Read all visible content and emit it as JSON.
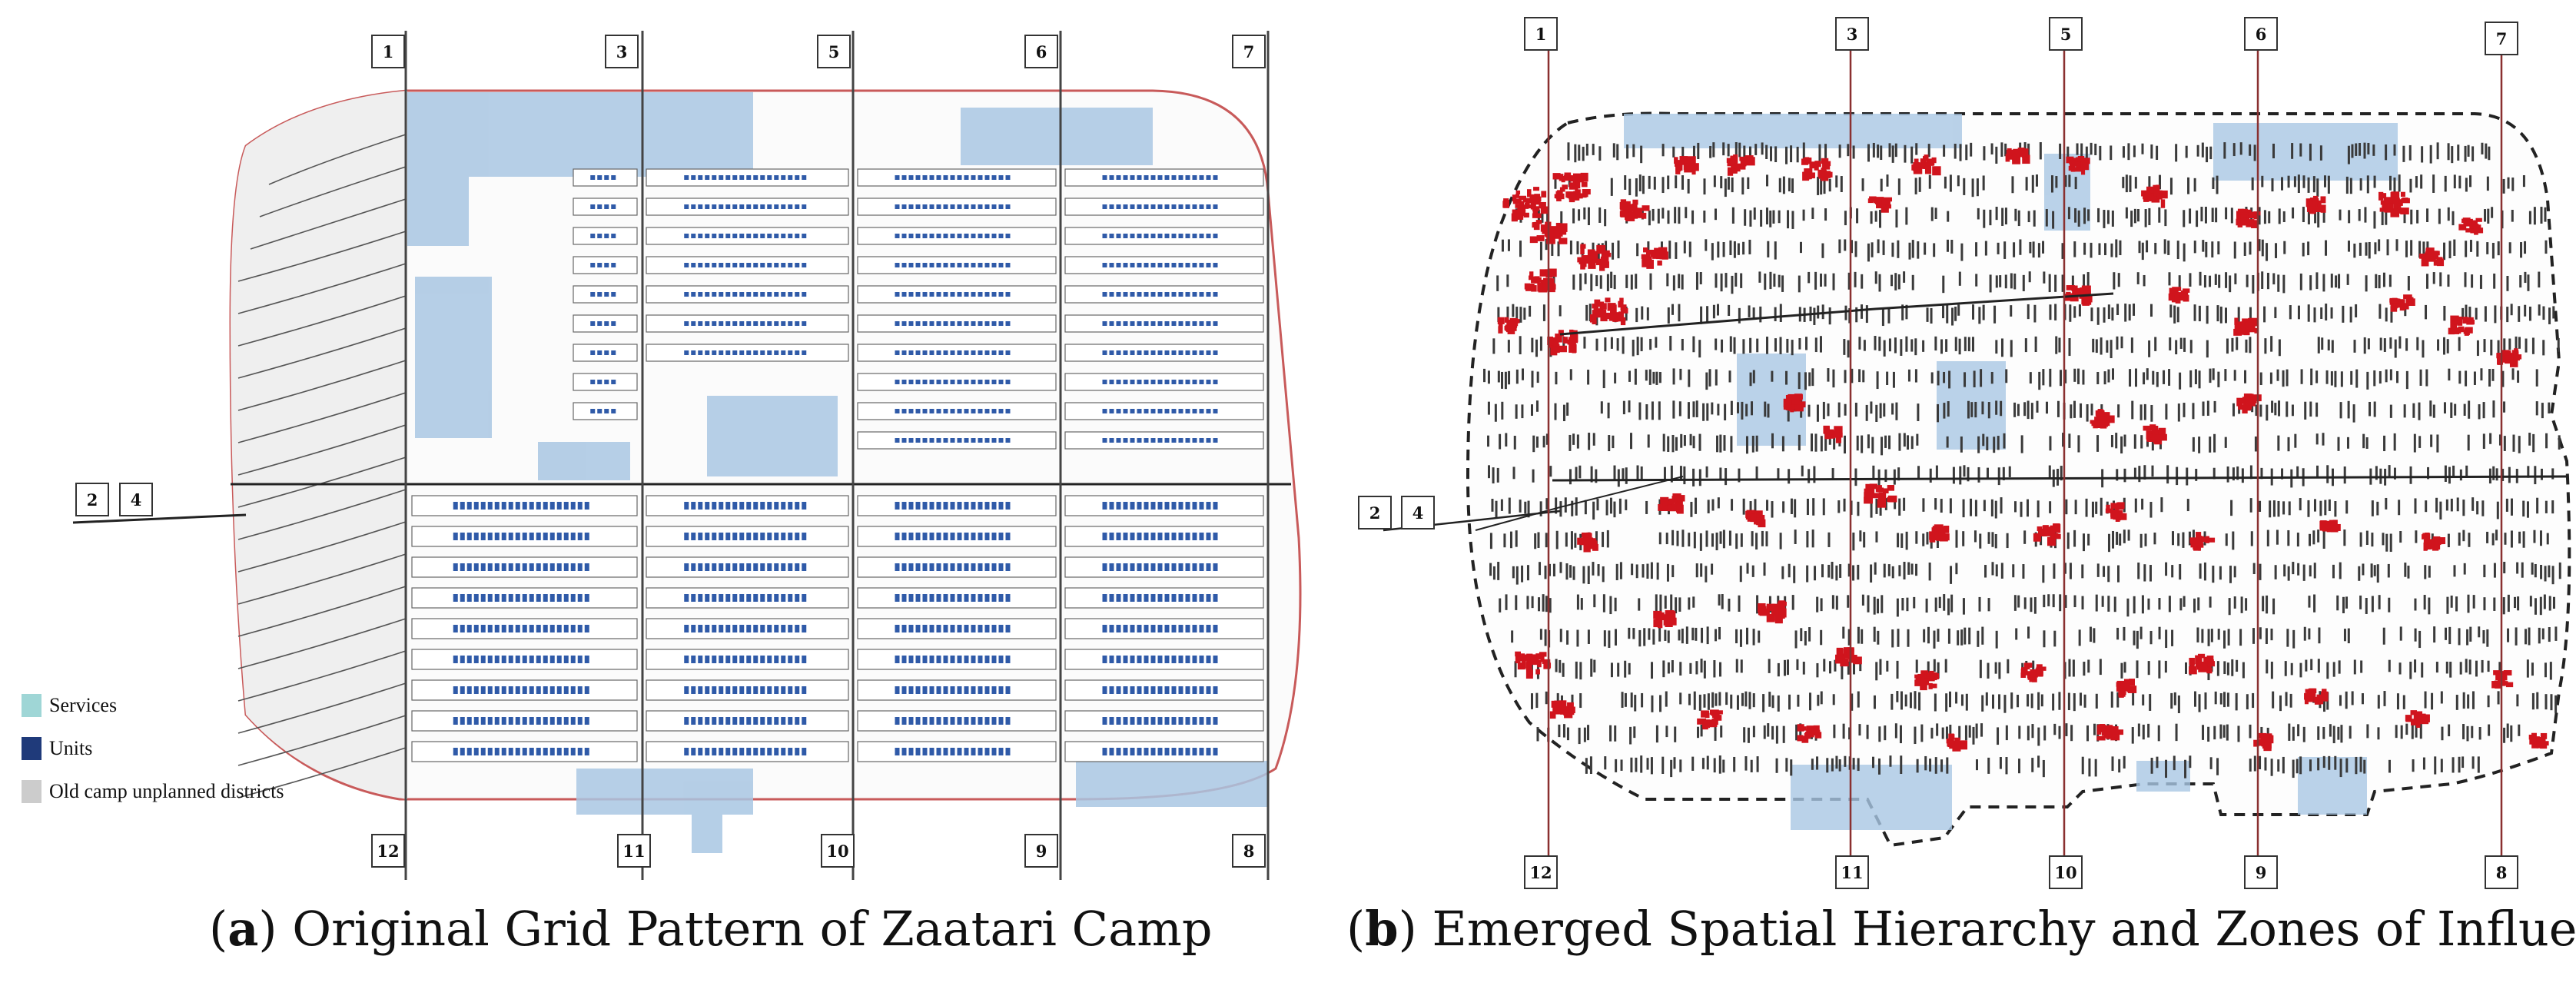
{
  "panel_a": {
    "caption_letter": "a",
    "caption_text": "Original Grid Pattern of Zaatari Camp",
    "top_labels": [
      "1",
      "3",
      "5",
      "6",
      "7"
    ],
    "bottom_labels": [
      "12",
      "11",
      "10",
      "9",
      "8"
    ],
    "left_labels": [
      "2",
      "4"
    ],
    "legend": [
      {
        "label": "Services",
        "color": "#9fd6d6"
      },
      {
        "label": "Units",
        "color": "#1f3a7a"
      },
      {
        "label": "Old camp unplanned districts",
        "color": "#cccccc"
      }
    ]
  },
  "panel_b": {
    "caption_letter": "b",
    "caption_text": "Emerged Spatial Hierarchy and Zones of Influence",
    "top_labels": [
      "1",
      "3",
      "5",
      "6",
      "7"
    ],
    "bottom_labels": [
      "12",
      "11",
      "10",
      "9",
      "8"
    ],
    "left_labels": [
      "2",
      "4"
    ]
  },
  "colors": {
    "services": "#a9c7e3",
    "units": "#2f5aa8",
    "old_camp": "#e6e6e6",
    "influence": "#d0141d",
    "outline": "#c85a5a"
  }
}
